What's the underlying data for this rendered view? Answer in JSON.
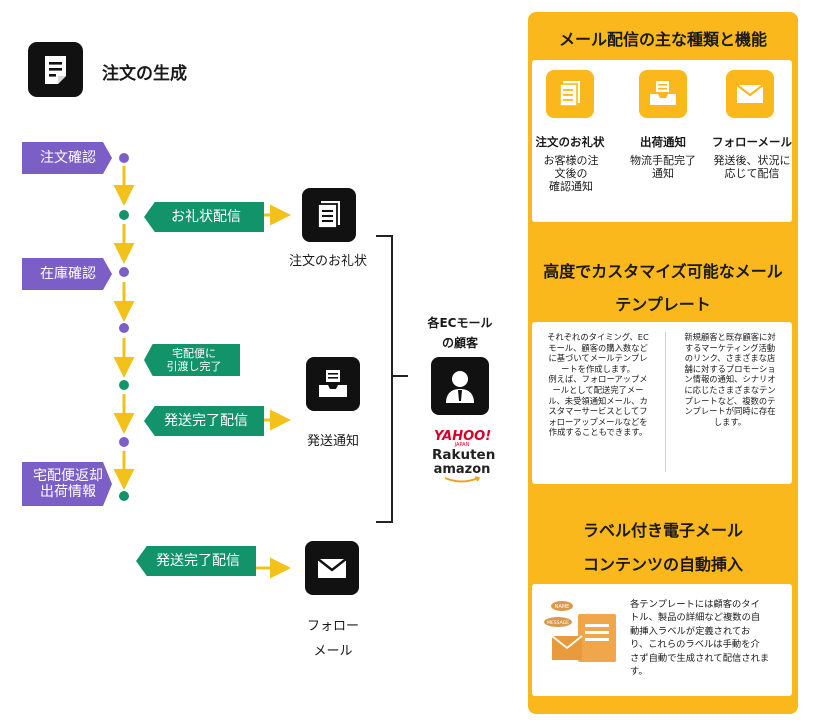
{
  "page_title": "注文の生成",
  "left_tags": [
    "注文確認",
    "在庫確認",
    "宅配便返却\n出荷情報"
  ],
  "green_tags": [
    "お礼状配信",
    "宅配便に\n引渡し完了",
    "発送完了配信",
    "発送完了配信"
  ],
  "outputs": [
    {
      "label": "注文のお礼状",
      "icon": "document-icon"
    },
    {
      "label": "発送通知",
      "icon": "inbox-tray-icon"
    },
    {
      "label": "フォロー\nメール",
      "icon": "envelope-icon"
    }
  ],
  "customer": {
    "label": "各ECモール\nの顧客",
    "icon": "person-icon"
  },
  "brands": {
    "yahoo": "YAHOO!",
    "yahoo_sub": "JAPAN",
    "rakuten": "Rakuten",
    "amazon": "amazon"
  },
  "panel": {
    "section1_title": "メール配信の主な種類と機能",
    "features": [
      {
        "name": "注文のお礼状",
        "desc": "お客様の注\n文後の\n確認通知",
        "icon": "document-icon"
      },
      {
        "name": "出荷通知",
        "desc": "物流手配完了\n通知",
        "icon": "inbox-tray-icon"
      },
      {
        "name": "フォローメール",
        "desc": "発送後、状況に\n応じて配信",
        "icon": "envelope-icon"
      }
    ],
    "section2_title": "高度でカスタマイズ可能なメール\nテンプレート",
    "section2_left": "それぞれのタイミング、EC\nモール、顧客の購入数など\nに基づいてメールテンプレ\nートを作成します。\n例えば、フォローアップメ\nールとして配送完了メー\nル、未受領通知メール、カ\nスタマーサービスとしてフ\nォローアップメールなどを\n作成することもできます。",
    "section2_right": "新規顧客と既存顧客に対\nするマーケティング活動\nのリンク、さまざまな店\n舗に対するプロモーショ\nン情報の通知、シナリオ\nに応じたさまざまなテン\nプレートなど、複数のテ\nンプレートが同時に存在\nします。",
    "section3_title": "ラベル付き電子メール\nコンテンツの自動挿入",
    "section3_text": "各テンプレートには顧客のタイ\nトル、製品の詳細など複数の自\n動挿入ラベルが定義されてお\nり、これらのラベルは手動を介\nさず自動で生成されて配信されま\nす。",
    "label_words": [
      "NAME",
      "MESSAGE"
    ]
  },
  "colors": {
    "purple": "#7b5fc7",
    "green": "#13936a",
    "yellow": "#fbb81c",
    "orange": "#e8a040",
    "arrow": "#f3c21a"
  }
}
